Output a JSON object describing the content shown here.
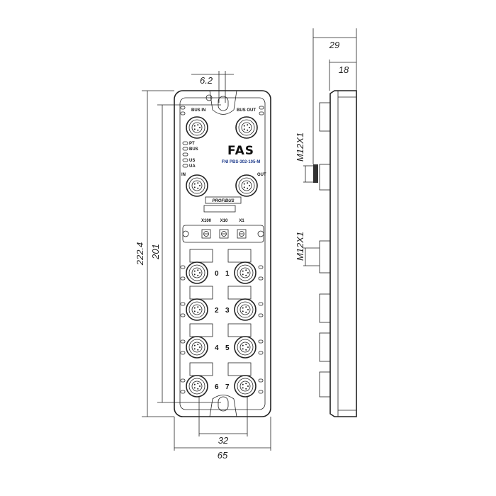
{
  "dimensions": {
    "hole_offset": "6.2",
    "total_height": "222.4",
    "hole_spacing_height": "201",
    "port_spacing_width": "32",
    "total_width": "65",
    "total_depth": "29",
    "body_depth": "18",
    "thread_top": "M12X1",
    "thread_bottom": "M12X1"
  },
  "front": {
    "bus_in": "BUS IN",
    "bus_out": "BUS OUT",
    "in": "IN",
    "out": "OUT",
    "leds": [
      "PT",
      "BUS",
      "",
      "US",
      "UA"
    ],
    "brand": "FAS",
    "model": "FNI PBS-302-105-M",
    "fieldbus_logo": "PROFIBUS",
    "switches": [
      "X100",
      "X10",
      "X1"
    ],
    "ports": [
      "0",
      "1",
      "2",
      "3",
      "4",
      "5",
      "6",
      "7"
    ]
  },
  "colors": {
    "model_text": "#1f3c8c",
    "line": "#222222"
  }
}
